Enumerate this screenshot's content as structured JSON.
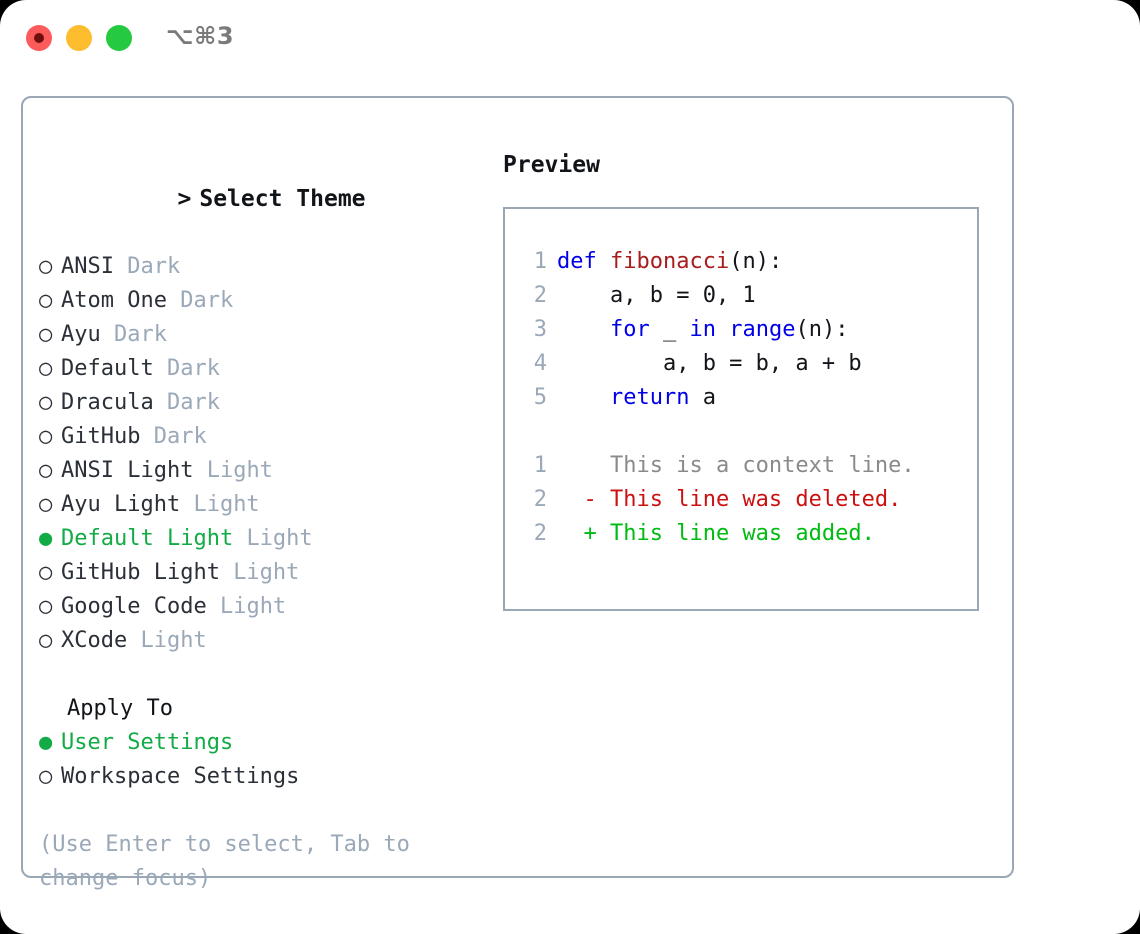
{
  "titlebar": {
    "shortcut": "⌥⌘3",
    "lights": [
      {
        "name": "close",
        "color": "#fc5b5b"
      },
      {
        "name": "minimize",
        "color": "#fdbd2e"
      },
      {
        "name": "maximize",
        "color": "#26ca41"
      }
    ]
  },
  "theme_section": {
    "caret": ">",
    "heading": "Select Theme",
    "items": [
      {
        "radio": "○",
        "label": "ANSI",
        "category": "Dark",
        "selected": false
      },
      {
        "radio": "○",
        "label": "Atom One",
        "category": "Dark",
        "selected": false
      },
      {
        "radio": "○",
        "label": "Ayu",
        "category": "Dark",
        "selected": false
      },
      {
        "radio": "○",
        "label": "Default",
        "category": "Dark",
        "selected": false
      },
      {
        "radio": "○",
        "label": "Dracula",
        "category": "Dark",
        "selected": false
      },
      {
        "radio": "○",
        "label": "GitHub",
        "category": "Dark",
        "selected": false
      },
      {
        "radio": "○",
        "label": "ANSI Light",
        "category": "Light",
        "selected": false
      },
      {
        "radio": "○",
        "label": "Ayu Light",
        "category": "Light",
        "selected": false
      },
      {
        "radio": "●",
        "label": "Default Light",
        "category": "Light",
        "selected": true
      },
      {
        "radio": "○",
        "label": "GitHub Light",
        "category": "Light",
        "selected": false
      },
      {
        "radio": "○",
        "label": "Google Code",
        "category": "Light",
        "selected": false
      },
      {
        "radio": "○",
        "label": "XCode",
        "category": "Light",
        "selected": false
      }
    ]
  },
  "apply_section": {
    "heading": "Apply To",
    "items": [
      {
        "radio": "●",
        "label": "User Settings",
        "selected": true
      },
      {
        "radio": "○",
        "label": "Workspace Settings",
        "selected": false
      }
    ]
  },
  "hint": "(Use Enter to select, Tab to change focus)",
  "preview": {
    "title": "Preview",
    "code_lines": [
      {
        "no": "1",
        "tokens": [
          {
            "t": "def ",
            "c": "kw"
          },
          {
            "t": "fibonacci",
            "c": "fn"
          },
          {
            "t": "(n):",
            "c": "plain"
          }
        ]
      },
      {
        "no": "2",
        "tokens": [
          {
            "t": "    a, b = 0, 1",
            "c": "plain"
          }
        ]
      },
      {
        "no": "3",
        "tokens": [
          {
            "t": "    ",
            "c": "plain"
          },
          {
            "t": "for",
            "c": "kw"
          },
          {
            "t": " _ ",
            "c": "plain"
          },
          {
            "t": "in",
            "c": "kw"
          },
          {
            "t": " ",
            "c": "plain"
          },
          {
            "t": "range",
            "c": "kw"
          },
          {
            "t": "(n):",
            "c": "plain"
          }
        ]
      },
      {
        "no": "4",
        "tokens": [
          {
            "t": "        a, b = b, a + b",
            "c": "plain"
          }
        ]
      },
      {
        "no": "5",
        "tokens": [
          {
            "t": "    ",
            "c": "plain"
          },
          {
            "t": "return",
            "c": "kw"
          },
          {
            "t": " a",
            "c": "plain"
          }
        ]
      }
    ],
    "diff_lines": [
      {
        "no": "1",
        "marker": "  ",
        "text": "This is a context line.",
        "kind": "ctx"
      },
      {
        "no": "2",
        "marker": "- ",
        "text": "This line was deleted.",
        "kind": "del"
      },
      {
        "no": "2",
        "marker": "+ ",
        "text": "This line was added.",
        "kind": "add"
      }
    ]
  },
  "colors": {
    "accent_green": "#12ab46",
    "muted": "#9aa8b8",
    "border": "#9aa7b5",
    "keyword_blue": "#0000e8",
    "function_red": "#a81c1c",
    "diff_delete": "#cc1111",
    "diff_add": "#00bb11",
    "context_grey": "#8a8a8a"
  }
}
